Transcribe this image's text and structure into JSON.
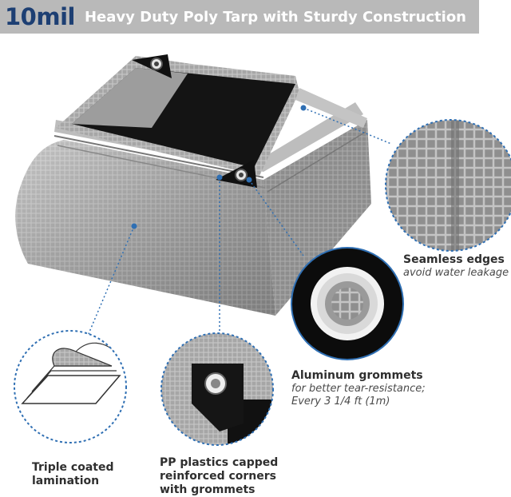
{
  "banner": {
    "highlight": "10mil",
    "title": "Heavy Duty Poly Tarp with Sturdy Construction"
  },
  "callouts": {
    "seamless": {
      "title": "Seamless edges",
      "subtitle": "avoid water leakage"
    },
    "grommets": {
      "title": "Aluminum grommets",
      "line1": "for better tear-resistance;",
      "line2": "Every 3 1/4 ft (1m)"
    },
    "lamination": {
      "line1": "Triple coated",
      "line2": "lamination"
    },
    "corners": {
      "line1": "PP plastics capped",
      "line2": "reinforced corners",
      "line3": "with grommets"
    }
  },
  "colors": {
    "banner_bg": "#b9b9b9",
    "banner_highlight": "#1d3f73",
    "leader_line": "#2f6fb3",
    "tarp_silver": "#a9a9a9",
    "tarp_black": "#111111"
  }
}
